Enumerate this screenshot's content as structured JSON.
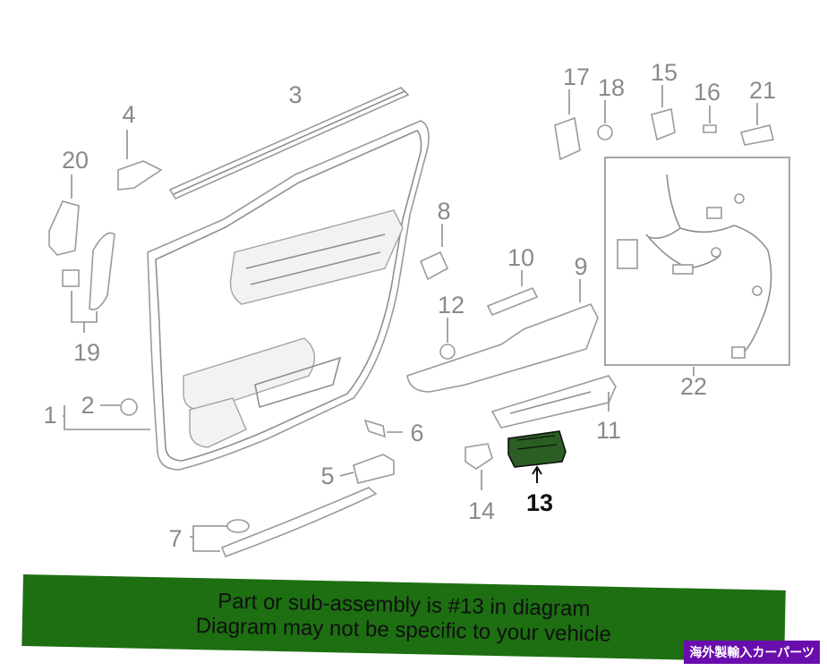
{
  "callouts": {
    "c1": "1",
    "c2": "2",
    "c3": "3",
    "c4": "4",
    "c5": "5",
    "c6": "6",
    "c7": "7",
    "c8": "8",
    "c9": "9",
    "c10": "10",
    "c11": "11",
    "c12": "12",
    "c13": "13",
    "c14": "14",
    "c15": "15",
    "c16": "16",
    "c17": "17",
    "c18": "18",
    "c19": "19",
    "c20": "20",
    "c21": "21",
    "c22": "22"
  },
  "highlighted_part": "13",
  "banner": {
    "line1": "Part or sub-assembly is #13 in diagram",
    "line2": "Diagram may not be specific to your vehicle",
    "color": "#1d6f12"
  },
  "watermark": {
    "text": "海外製輸入カーパーツ",
    "color": "#6a0dad"
  }
}
